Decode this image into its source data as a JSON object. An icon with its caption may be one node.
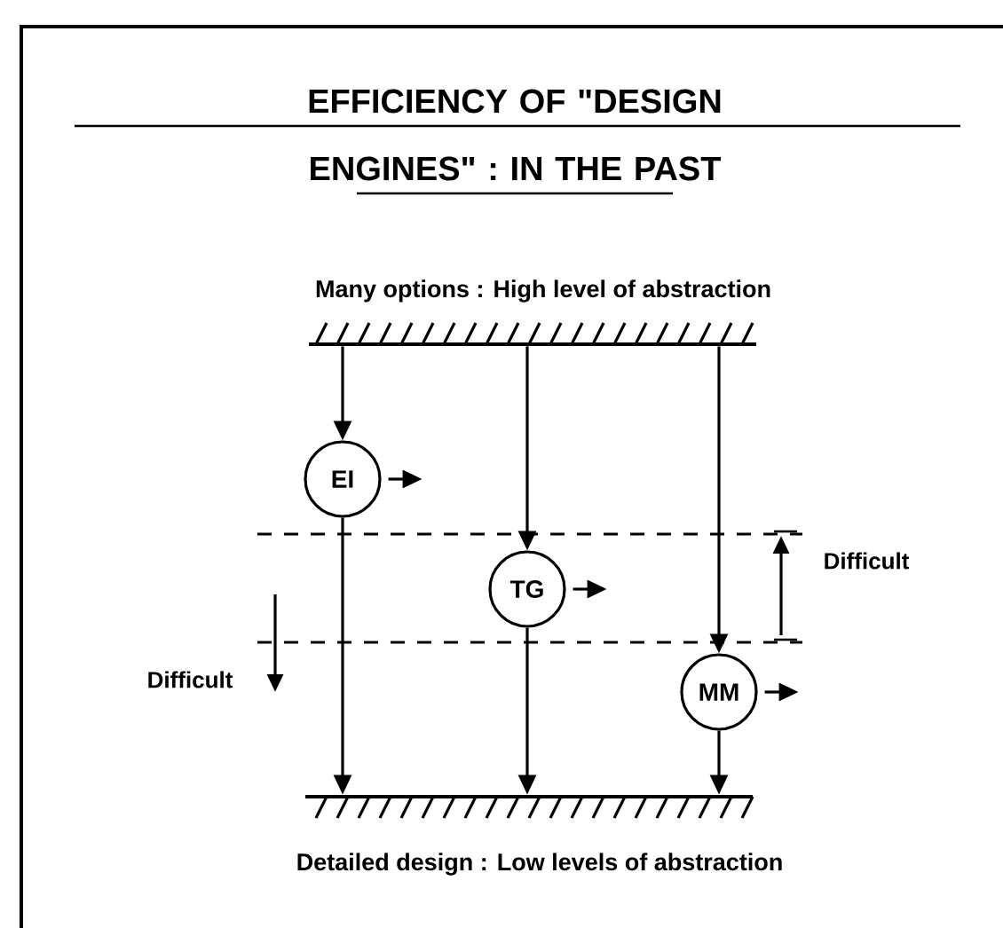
{
  "diagram": {
    "title": "EFFICIENCY OF \"DESIGN ENGINES\" : IN THE PAST",
    "nodes": [
      {
        "text": [
          "Many options :  High level of abstraction"
        ]
      },
      {
        "text": [
          "EI"
        ]
      },
      {
        "text": [
          "TG"
        ]
      },
      {
        "text": [
          "MM"
        ]
      },
      {
        "text": [
          "Detailed design :  Low levels of abstraction"
        ]
      }
    ],
    "edges": [
      {
        "from": 0,
        "to": 1,
        "arrow": "to"
      },
      {
        "from": 1,
        "to": 4,
        "arrow": "to"
      },
      {
        "from": 0,
        "to": 2,
        "arrow": "to"
      },
      {
        "from": 2,
        "to": 4,
        "arrow": "to"
      },
      {
        "from": 0,
        "to": 3,
        "arrow": "to"
      },
      {
        "from": 3,
        "to": 4,
        "arrow": "to"
      },
      {
        "from": 1,
        "to": null,
        "arrow": "to"
      },
      {
        "from": 2,
        "to": null,
        "arrow": "to"
      },
      {
        "from": 3,
        "to": null,
        "arrow": "to"
      }
    ],
    "labels": [
      "Difficult",
      "Difficult"
    ]
  }
}
